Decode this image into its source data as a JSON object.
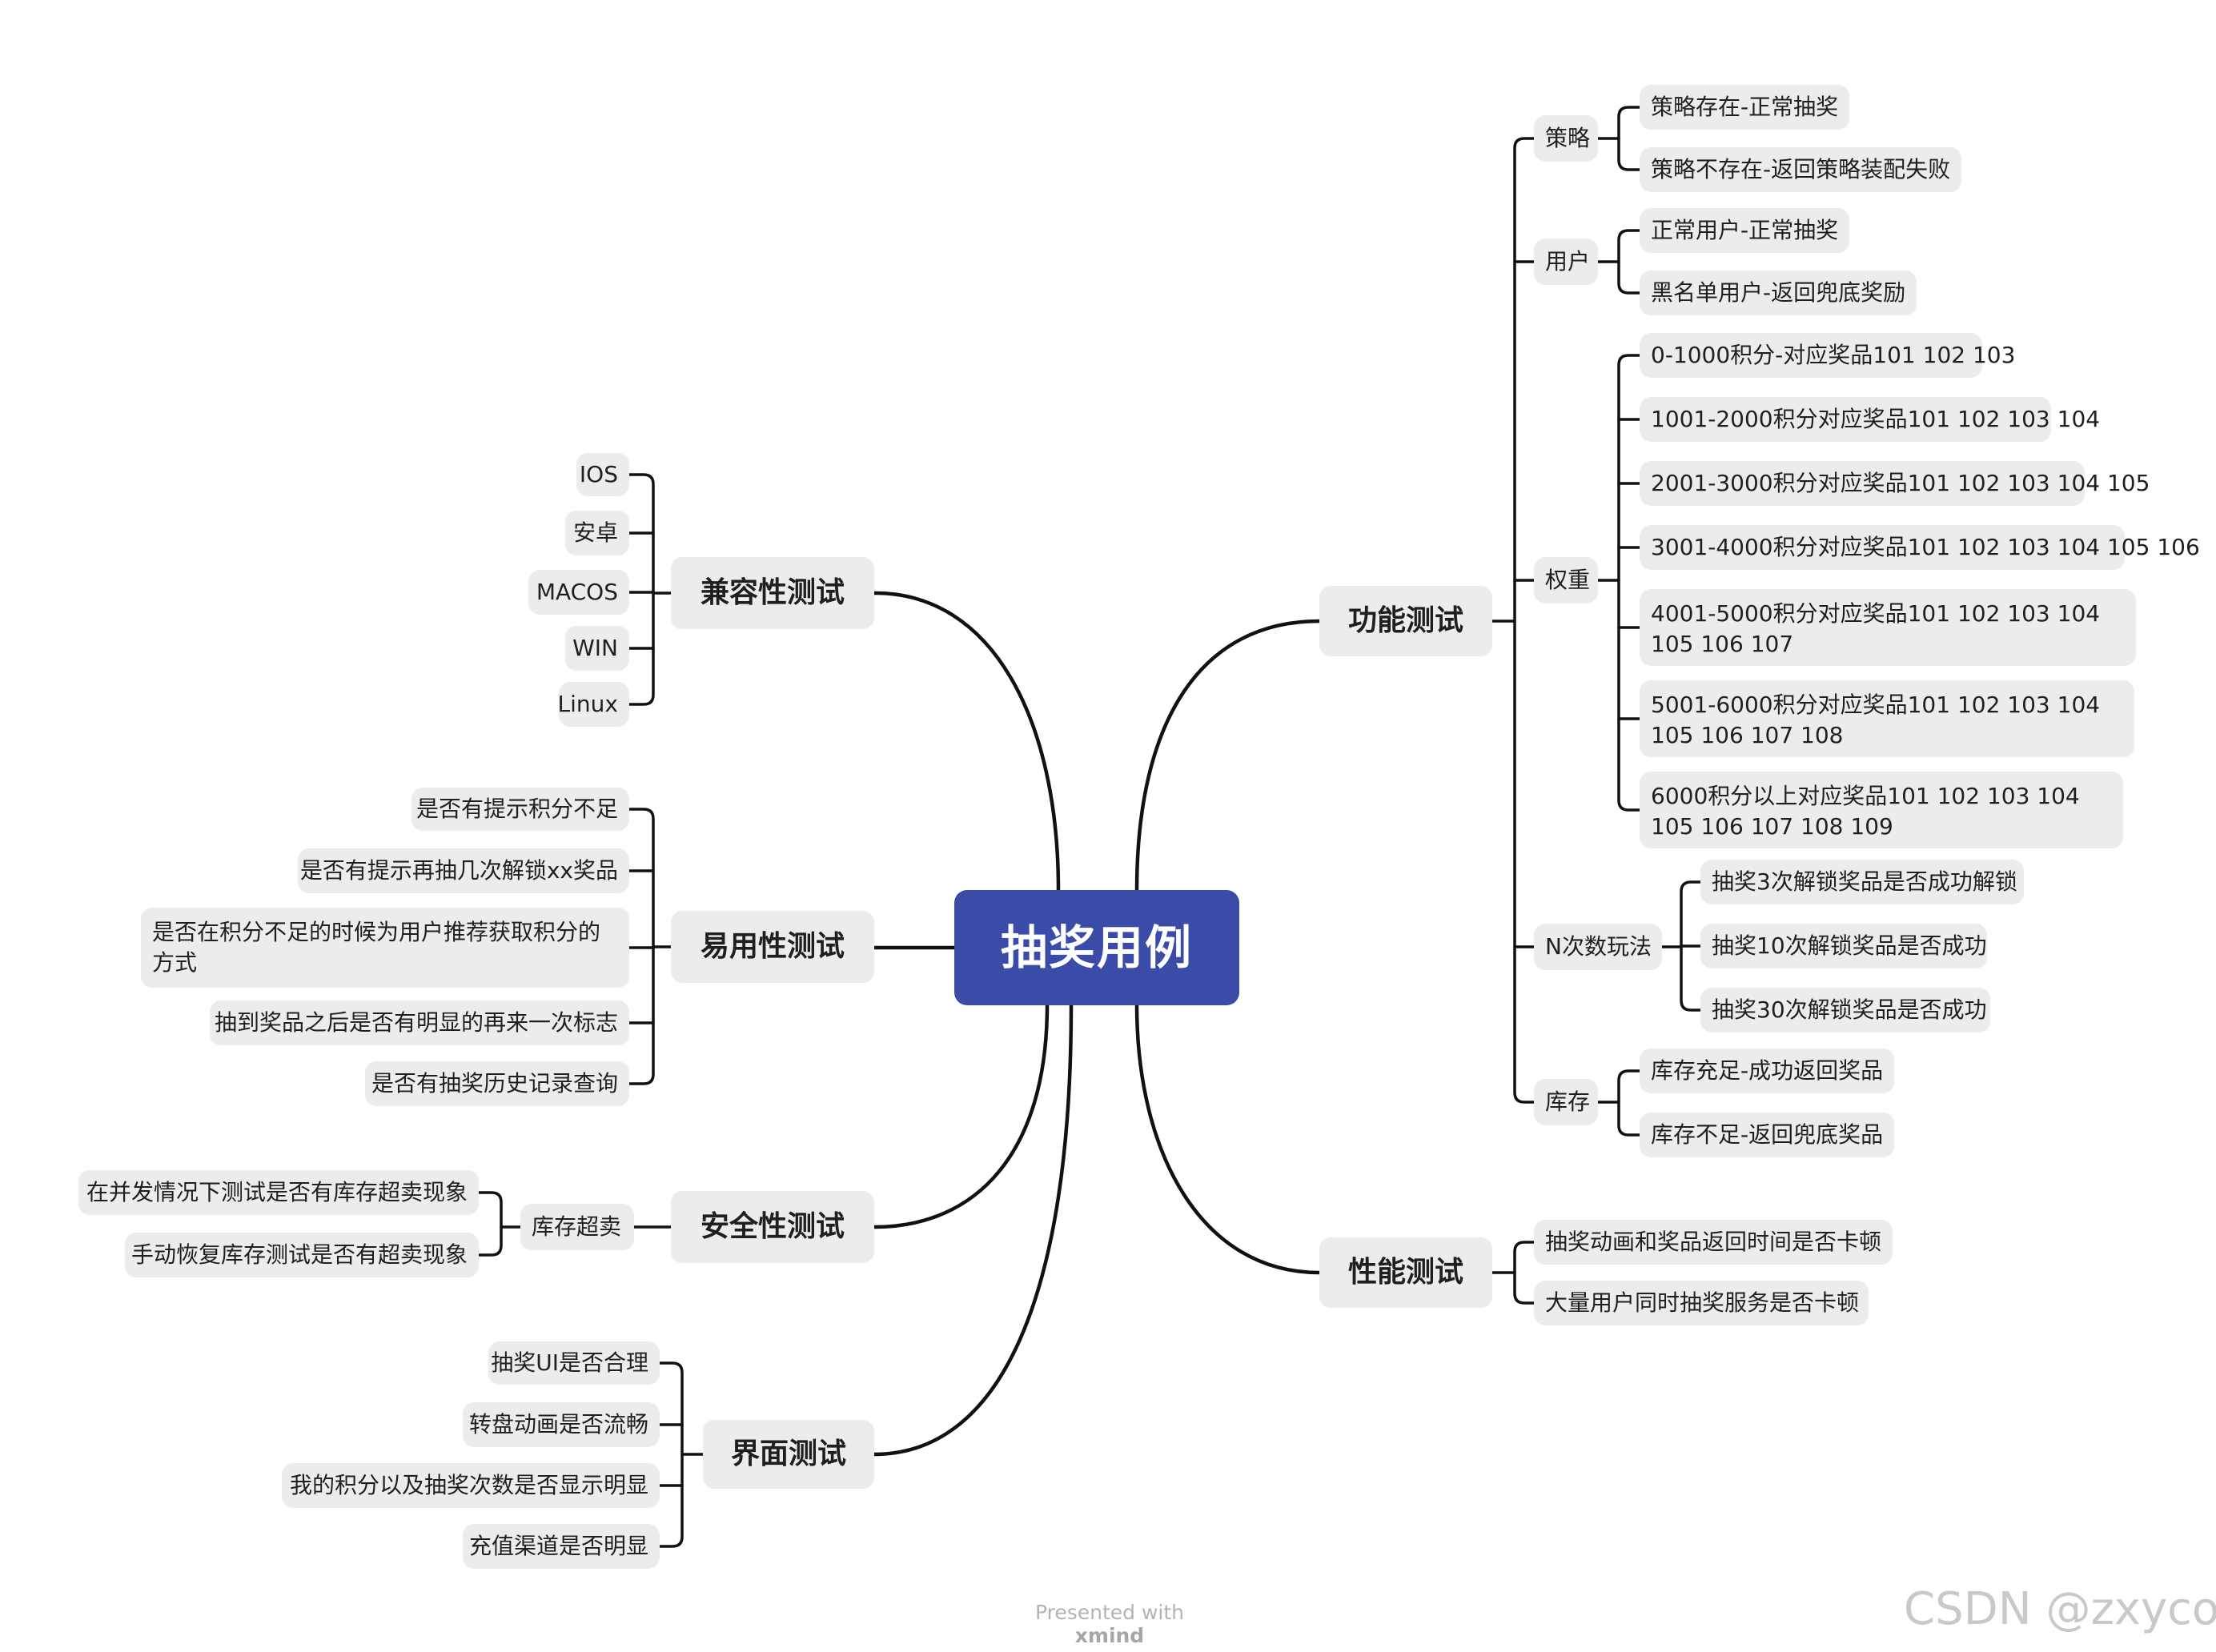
{
  "root": "抽奖用例",
  "compat": {
    "title": "兼容性测试",
    "items": [
      "IOS",
      "安卓",
      "MACOS",
      "WIN",
      "Linux"
    ]
  },
  "usability": {
    "title": "易用性测试",
    "items": [
      "是否有提示积分不足",
      "是否有提示再抽几次解锁xx奖品",
      "是否在积分不足的时候为用户推荐获取积分的方式",
      "抽到奖品之后是否有明显的再来一次标志",
      "是否有抽奖历史记录查询"
    ]
  },
  "security": {
    "title": "安全性测试",
    "sub": "库存超卖",
    "items": [
      "在并发情况下测试是否有库存超卖现象",
      "手动恢复库存测试是否有超卖现象"
    ]
  },
  "ui": {
    "title": "界面测试",
    "items": [
      "抽奖UI是否合理",
      "转盘动画是否流畅",
      "我的积分以及抽奖次数是否显示明显",
      "充值渠道是否明显"
    ]
  },
  "functional": {
    "title": "功能测试",
    "groups": [
      {
        "label": "策略",
        "items": [
          "策略存在-正常抽奖",
          "策略不存在-返回策略装配失败"
        ]
      },
      {
        "label": "用户",
        "items": [
          "正常用户-正常抽奖",
          "黑名单用户-返回兜底奖励"
        ]
      },
      {
        "label": "权重",
        "items": [
          "0-1000积分-对应奖品101 102 103",
          "1001-2000积分对应奖品101 102 103 104",
          "2001-3000积分对应奖品101 102 103 104 105",
          "3001-4000积分对应奖品101 102 103 104 105 106",
          "4001-5000积分对应奖品101 102 103 104 105 106 107",
          "5001-6000积分对应奖品101 102 103 104 105 106 107 108",
          "6000积分以上对应奖品101 102 103 104 105 106 107 108 109"
        ]
      },
      {
        "label": "N次数玩法",
        "items": [
          "抽奖3次解锁奖品是否成功解锁",
          "抽奖10次解锁奖品是否成功",
          "抽奖30次解锁奖品是否成功"
        ]
      },
      {
        "label": "库存",
        "items": [
          "库存充足-成功返回奖品",
          "库存不足-返回兜底奖品"
        ]
      }
    ]
  },
  "performance": {
    "title": "性能测试",
    "items": [
      "抽奖动画和奖品返回时间是否卡顿",
      "大量用户同时抽奖服务是否卡顿"
    ]
  },
  "footer": {
    "prefix": "Presented with",
    "brand": "xmind"
  },
  "watermark": "CSDN @zxycode"
}
